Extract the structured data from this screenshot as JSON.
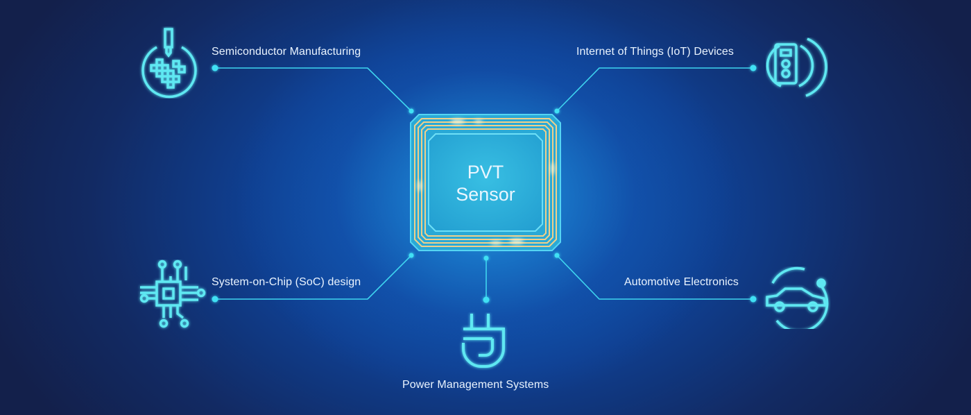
{
  "diagram": {
    "center": {
      "line1": "PVT",
      "line2": "Sensor"
    },
    "nodes": [
      {
        "id": "semiconductor",
        "label": "Semiconductor Manufacturing",
        "icon": "nozzle-circuit-icon",
        "position": "top-left"
      },
      {
        "id": "iot",
        "label": "Internet of Things (IoT) Devices",
        "icon": "iot-device-signal-icon",
        "position": "top-right"
      },
      {
        "id": "soc",
        "label": "System-on-Chip (SoC) design",
        "icon": "microchip-icon",
        "position": "bottom-left"
      },
      {
        "id": "automotive",
        "label": "Automotive Electronics",
        "icon": "car-icon",
        "position": "bottom-right"
      },
      {
        "id": "power",
        "label": "Power Management Systems",
        "icon": "power-plug-icon",
        "position": "bottom-center"
      }
    ],
    "colors": {
      "background_dark": "#13204b",
      "background_mid": "#0f3f90",
      "glow": "#46c8f0",
      "line_cyan": "#3fd6f0",
      "icon_cyan": "#5ee8f2",
      "chip_face": "#2fb3dd",
      "chip_trace_gold": "#f0d08a",
      "text": "#eaf4ff"
    }
  }
}
